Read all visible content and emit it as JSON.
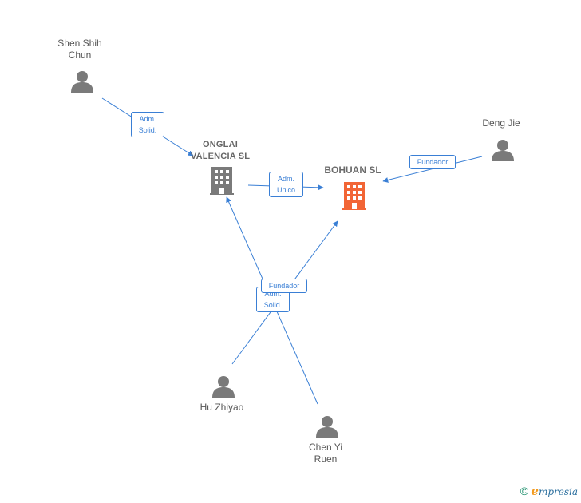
{
  "colors": {
    "edge": "#3a7fd5",
    "person": "#7a7a7a",
    "company": "#7a7a7a",
    "main_company": "#f26535"
  },
  "nodes": {
    "shen": {
      "name": "Shen Shih\nChun",
      "icon": "person-icon"
    },
    "onglai": {
      "name": "ONGLAI\nVALENCIA SL",
      "icon": "building-icon"
    },
    "bohuan": {
      "name": "BOHUAN SL",
      "icon": "building-icon"
    },
    "deng": {
      "name": "Deng Jie",
      "icon": "person-icon"
    },
    "hu": {
      "name": "Hu Zhiyao",
      "icon": "person-icon"
    },
    "chen": {
      "name": "Chen Yi\nRuen",
      "icon": "person-icon"
    }
  },
  "edges": {
    "shen_onglai": "Adm.\nSolid.",
    "onglai_bohuan": "Adm.\nUnico",
    "deng_bohuan": "Fundador",
    "hu_onglai": "Adm.\nSolid.",
    "chen_bohuan": "Fundador"
  },
  "brand": {
    "copyright": "©",
    "e": "e",
    "rest": "mpresia"
  }
}
